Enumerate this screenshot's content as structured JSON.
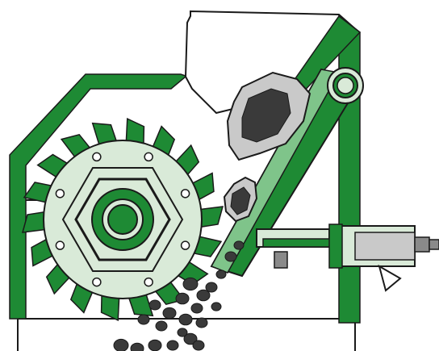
{
  "diagram": {
    "type": "rotor-crusher-cross-section",
    "components": [
      "housing",
      "feed-hopper",
      "rotor",
      "rotor-teeth",
      "hub",
      "swing-jaw",
      "pivot",
      "hydraulic-adjuster",
      "rocks",
      "discharge-fragments"
    ],
    "rotor_tooth_count": 18,
    "rotor_bolt_count": 8
  },
  "colors": {
    "green": "#1e8a34",
    "rotor_fill": "#d9ead8",
    "rock_outer": "#c9c9c9",
    "rock_inner": "#3a3a3a",
    "outline": "#1a1a1a",
    "steel": "#8a8a8a",
    "background": "#ffffff"
  }
}
